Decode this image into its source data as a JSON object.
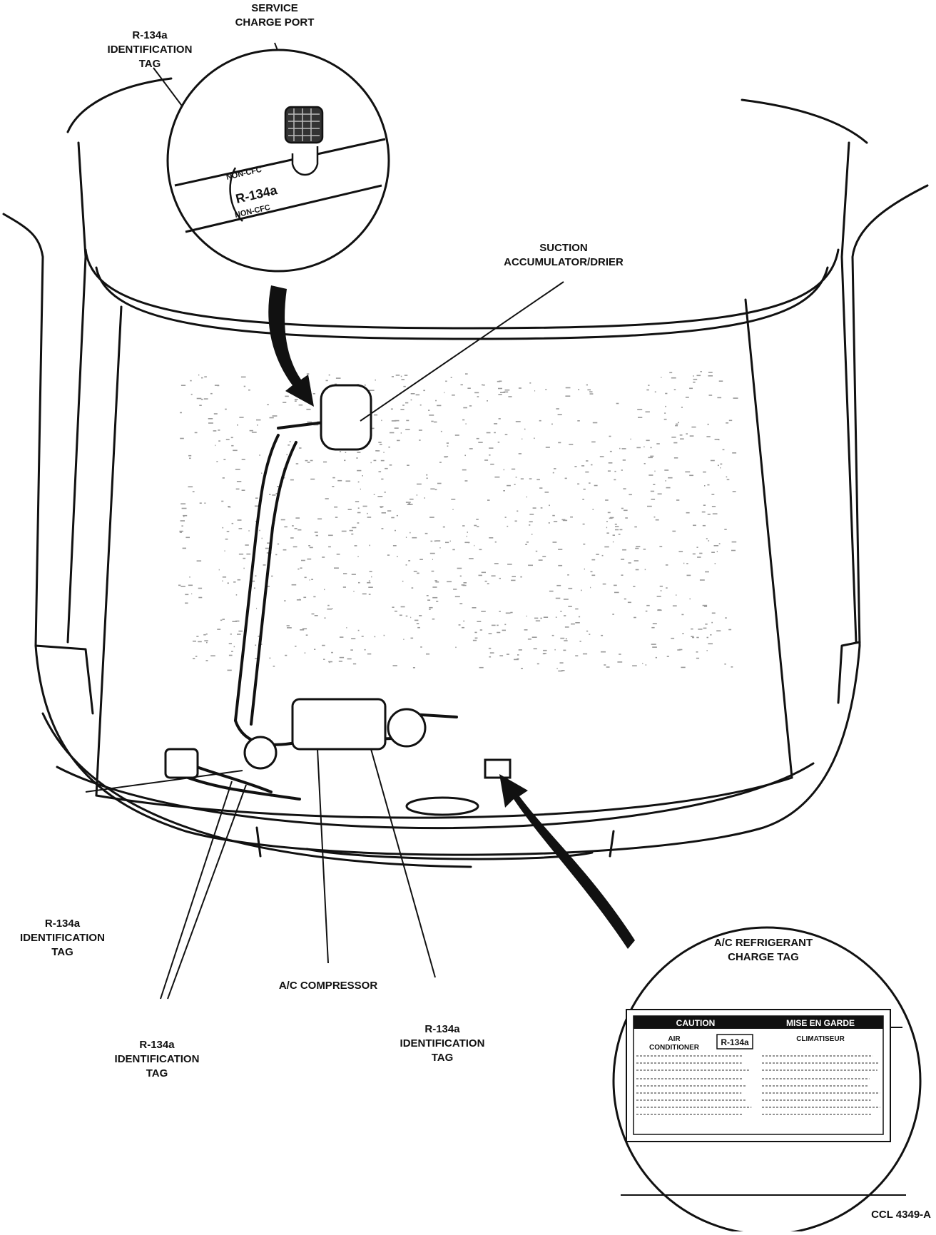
{
  "labels": {
    "service_charge_port": [
      "SERVICE",
      "CHARGE PORT"
    ],
    "id_tag_top": [
      "R-134a",
      "IDENTIFICATION",
      "TAG"
    ],
    "suction": [
      "SUCTION",
      "ACCUMULATOR/DRIER"
    ],
    "id_tag_left": [
      "R-134a",
      "IDENTIFICATION",
      "TAG"
    ],
    "compressor": [
      "A/C COMPRESSOR"
    ],
    "id_tag_middle": [
      "R-134a",
      "IDENTIFICATION",
      "TAG"
    ],
    "id_tag_lower": [
      "R-134a",
      "IDENTIFICATION",
      "TAG"
    ],
    "refrigerant_charge_tag": [
      "A/C REFRIGERANT",
      "CHARGE TAG"
    ],
    "figure_code": "CCL 4349-A"
  },
  "inset_tube_tag": {
    "line1": "NON-CFC",
    "line2": "R-134a",
    "line3": "NON-CFC"
  },
  "charge_tag": {
    "caution": "CAUTION",
    "mise_en_garde": "MISE EN GARDE",
    "badge": "R-134a",
    "air": "AIR",
    "conditioner": "CONDITIONER",
    "climatiseur": "CLIMATISEUR"
  },
  "colors": {
    "ink": "#111111",
    "paper": "#ffffff",
    "faint": "#9a9a9a"
  }
}
